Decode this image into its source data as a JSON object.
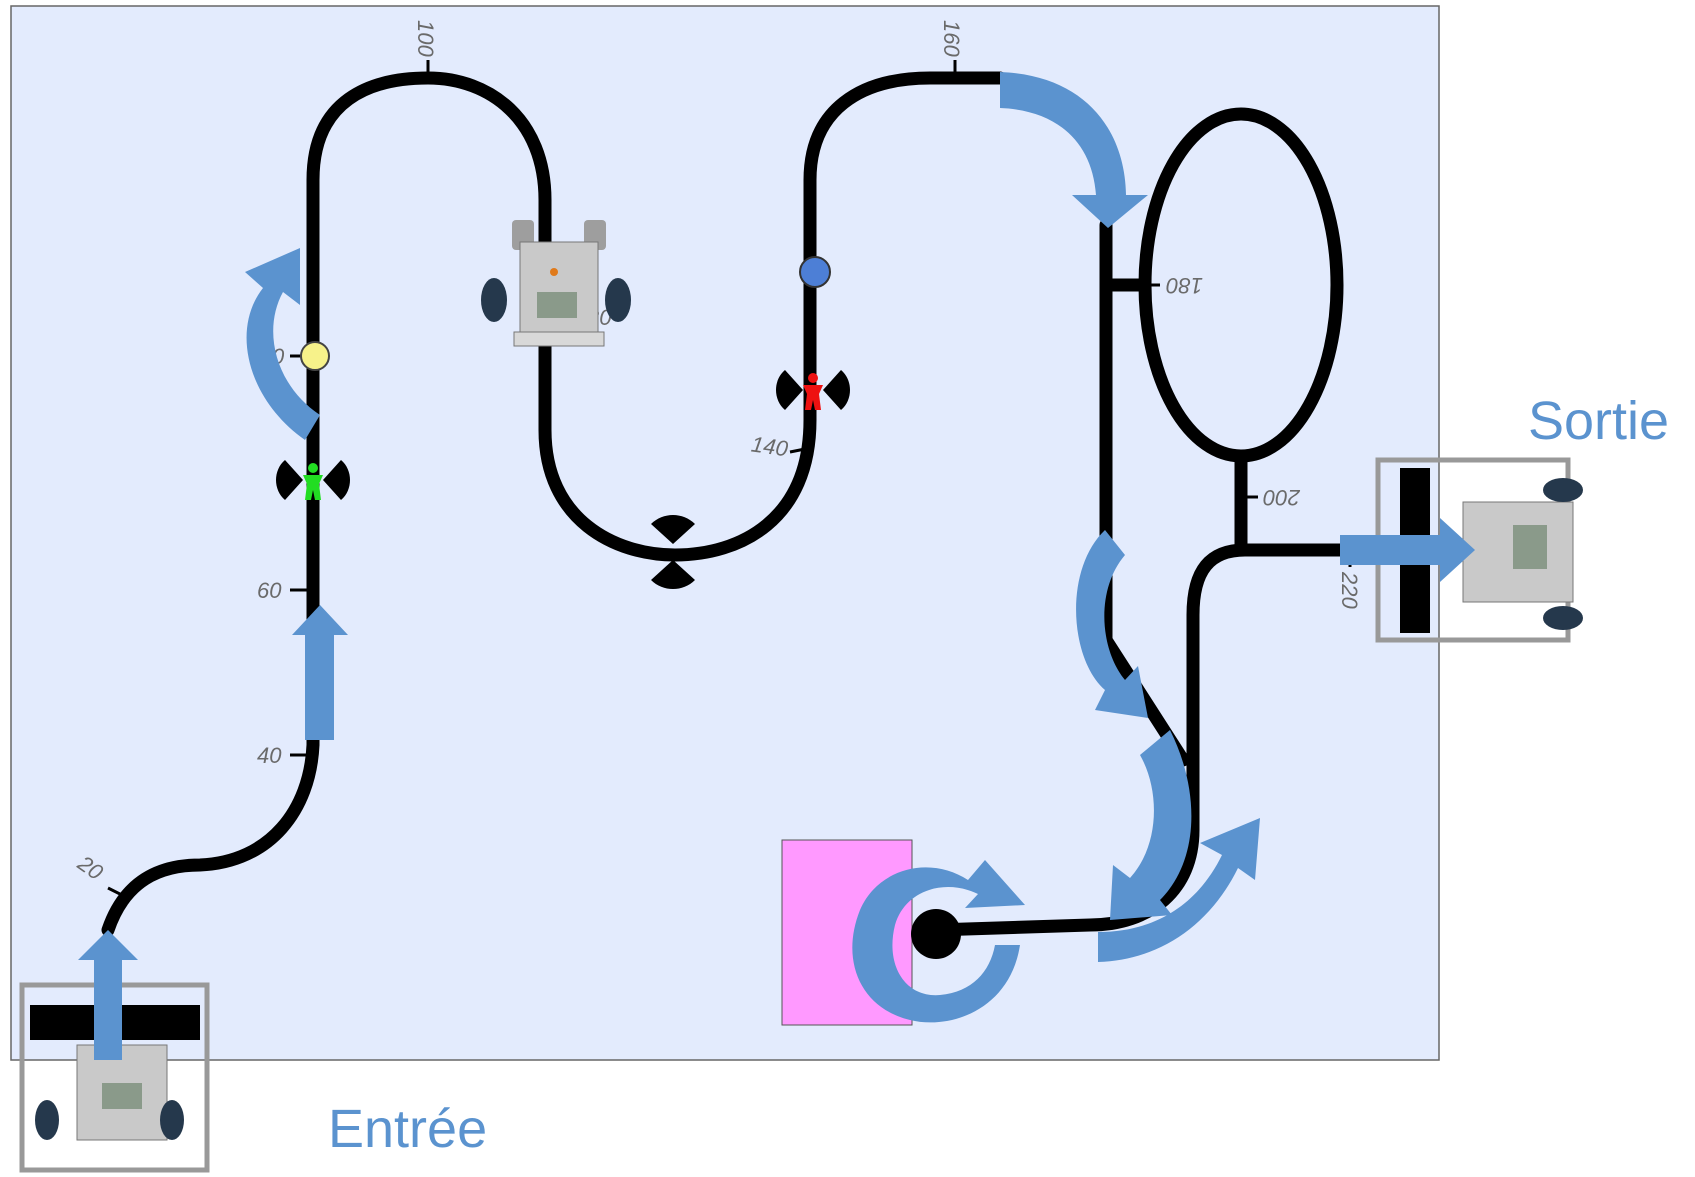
{
  "labels": {
    "entry": "Entrée",
    "exit": "Sortie"
  },
  "track_marks": [
    {
      "id": "m20",
      "text": "20"
    },
    {
      "id": "m40",
      "text": "40"
    },
    {
      "id": "m60",
      "text": "60"
    },
    {
      "id": "m80",
      "text": "0"
    },
    {
      "id": "m100",
      "text": "100"
    },
    {
      "id": "m120",
      "text": "20"
    },
    {
      "id": "m140",
      "text": "140"
    },
    {
      "id": "m160",
      "text": "160"
    },
    {
      "id": "m180",
      "text": "180"
    },
    {
      "id": "m200",
      "text": "200"
    },
    {
      "id": "m220",
      "text": "220"
    }
  ],
  "markers": {
    "yellow": "#f7f28a",
    "blue": "#4d7fd6",
    "green": "#22dd22",
    "red": "#ee1111"
  },
  "colors": {
    "board": "#e3ebfd",
    "track": "#000000",
    "arrow": "#5b93cf",
    "target_zone": "#ff99ff"
  }
}
